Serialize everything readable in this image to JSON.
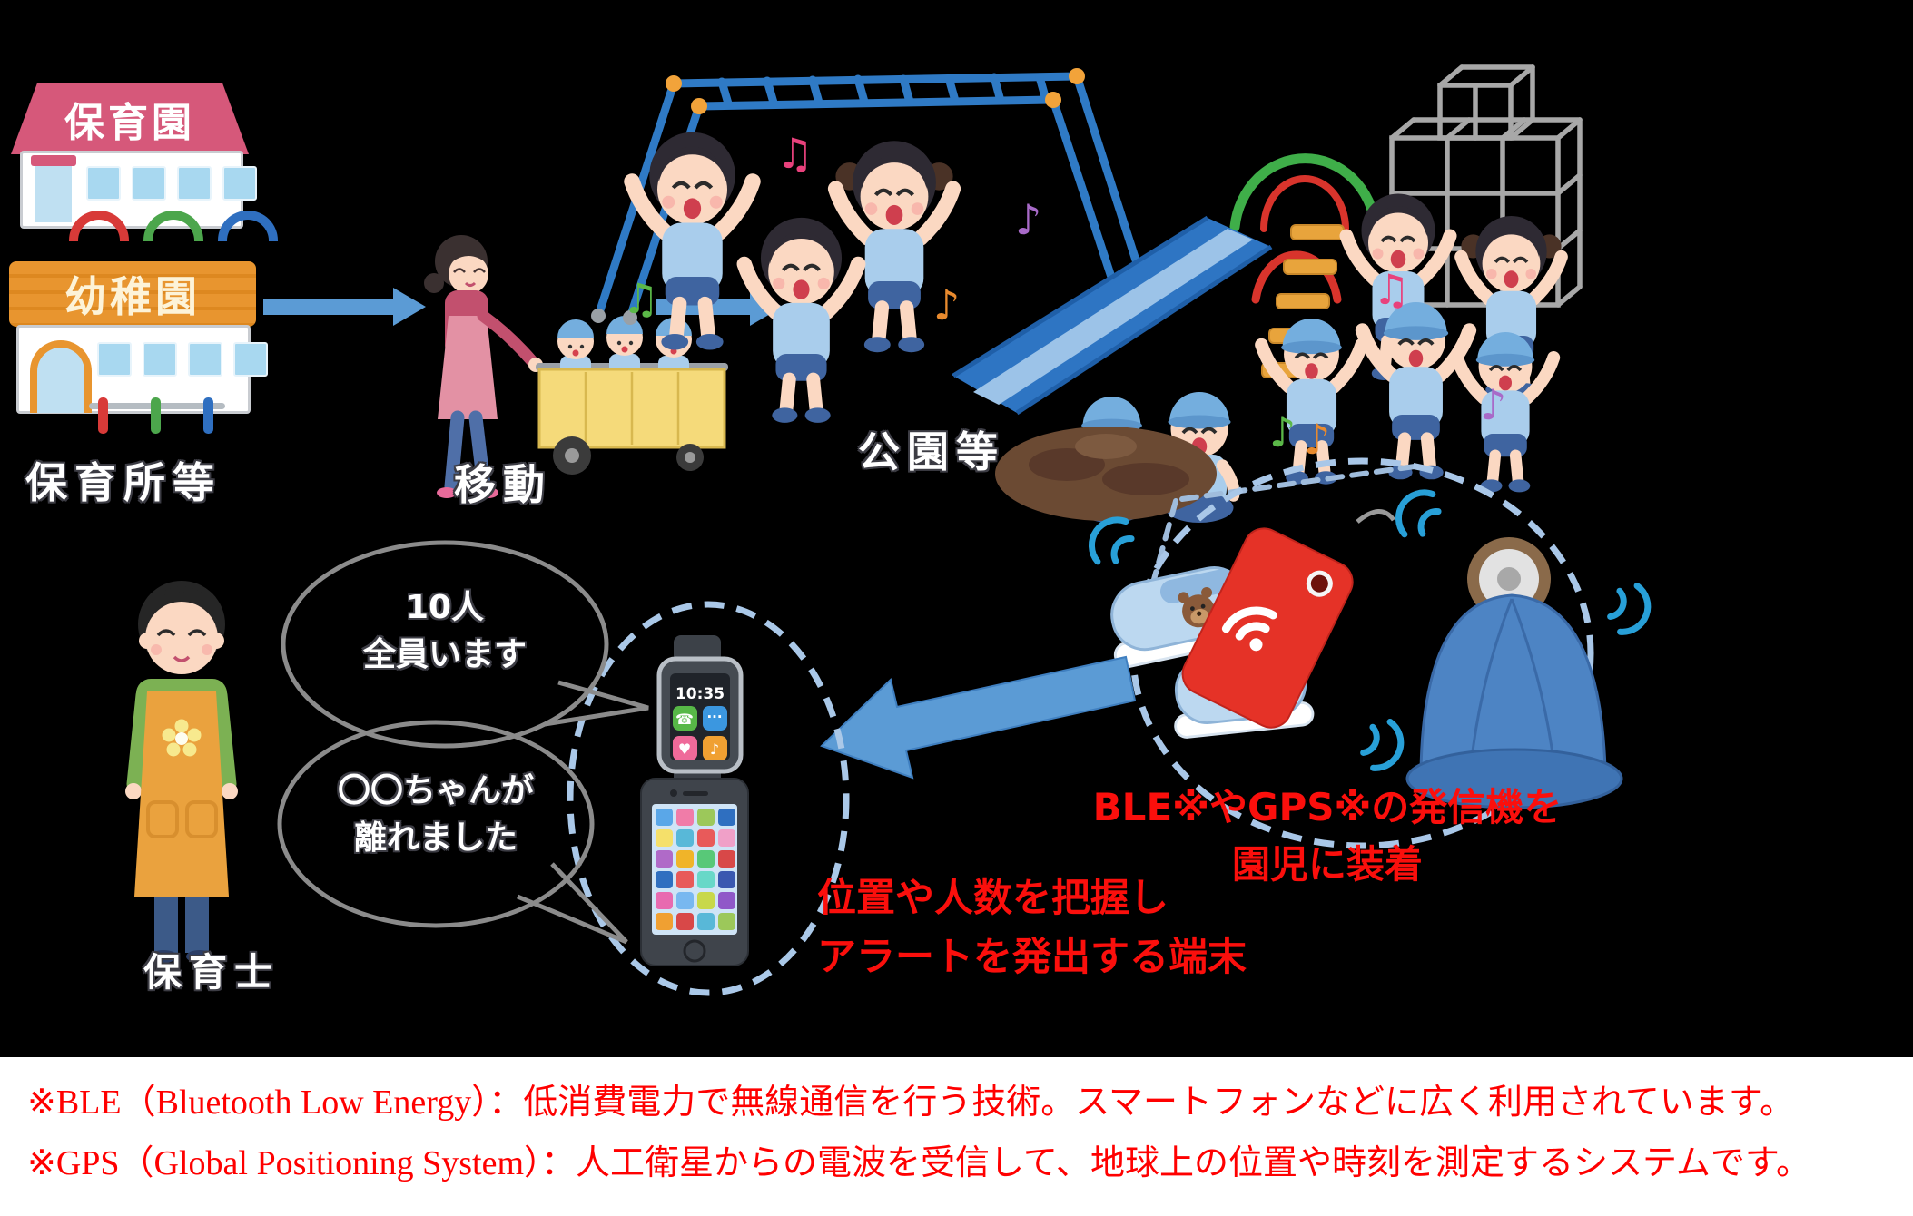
{
  "buildings": {
    "hoikuen_sign": "保育園",
    "youchien_sign": "幼稚園"
  },
  "captions": {
    "nurseries": "保育所等",
    "transfer": "移動",
    "park": "公園等",
    "caregiver": "保育士"
  },
  "bubbles": {
    "headcount": {
      "line1": "10人",
      "line2": "全員います"
    },
    "alert": {
      "line1": "〇〇ちゃんが",
      "line2": "離れました"
    }
  },
  "watch": {
    "time": "10:35"
  },
  "labels": {
    "attach": {
      "line1": "BLE※やGPS※の発信機を",
      "line2": "園児に装着"
    },
    "terminal": {
      "line1": "位置や人数を把握し",
      "line2": "アラートを発出する端末"
    }
  },
  "footnotes": {
    "ble": "※BLE（Bluetooth Low Energy）：低消費電力で無線通信を行う技術。スマートフォンなどに広く利用されています。",
    "gps": "※GPS（Global Positioning System）：人工衛星からの電波を受信して、地球上の位置や時刻を測定するシステムです。"
  },
  "colors": {
    "arrow_blue": "#5b9bd5",
    "dashed_blue": "#a9c7e8",
    "alert_red": "#fb0f0c",
    "roof_pink": "#d6587a",
    "sign_orange": "#e8952f",
    "tag_red": "#e53227",
    "hat_blue": "#4d84c4"
  }
}
